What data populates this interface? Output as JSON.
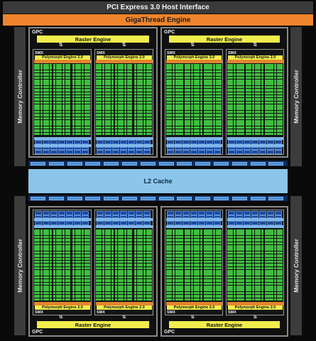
{
  "header": {
    "pci_label": "PCI Express 3.0 Host Interface",
    "gigathread_label": "GigaThread Engine"
  },
  "memory_controller_label": "Memory Controller",
  "l2_label": "L2 Cache",
  "gpc_label": "GPC",
  "raster_label": "Raster Engine",
  "smx_label": "SMX",
  "polymorph_label": "Polymorph Engine 2.0",
  "colors": {
    "background": "#0a0a0a",
    "host_bar": "#3a3a3a",
    "gigathread": "#f0842c",
    "raster": "#f1ee4c",
    "core": "#3fbf3f",
    "cache_blue": "#4a8fd6",
    "register_blue": "#1a4a9e",
    "l2_cache": "#8cc5ea",
    "orange_unit": "#e3862e"
  }
}
